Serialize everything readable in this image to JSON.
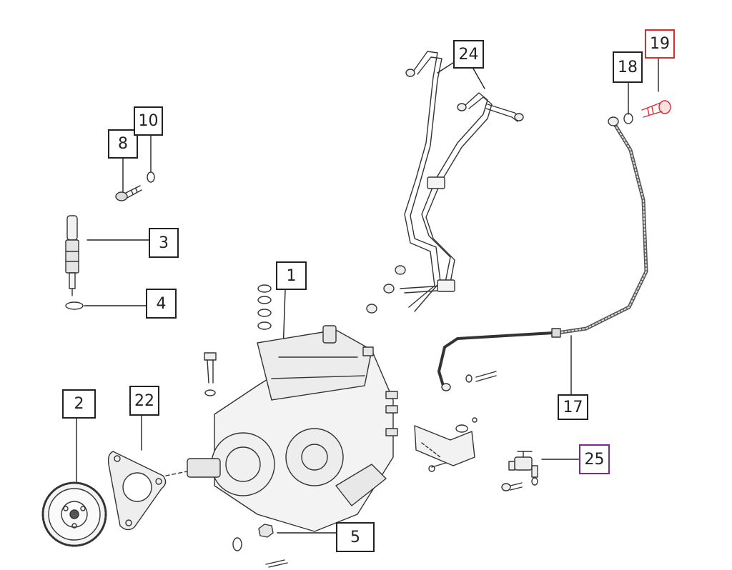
{
  "diagram": {
    "callouts": [
      {
        "id": "1"
      },
      {
        "id": "2"
      },
      {
        "id": "3"
      },
      {
        "id": "4"
      },
      {
        "id": "5"
      },
      {
        "id": "8"
      },
      {
        "id": "10"
      },
      {
        "id": "17"
      },
      {
        "id": "18"
      },
      {
        "id": "19",
        "highlight": "#e0282e"
      },
      {
        "id": "22"
      },
      {
        "id": "24"
      },
      {
        "id": "25",
        "highlight": "#7b2a8c"
      }
    ]
  }
}
